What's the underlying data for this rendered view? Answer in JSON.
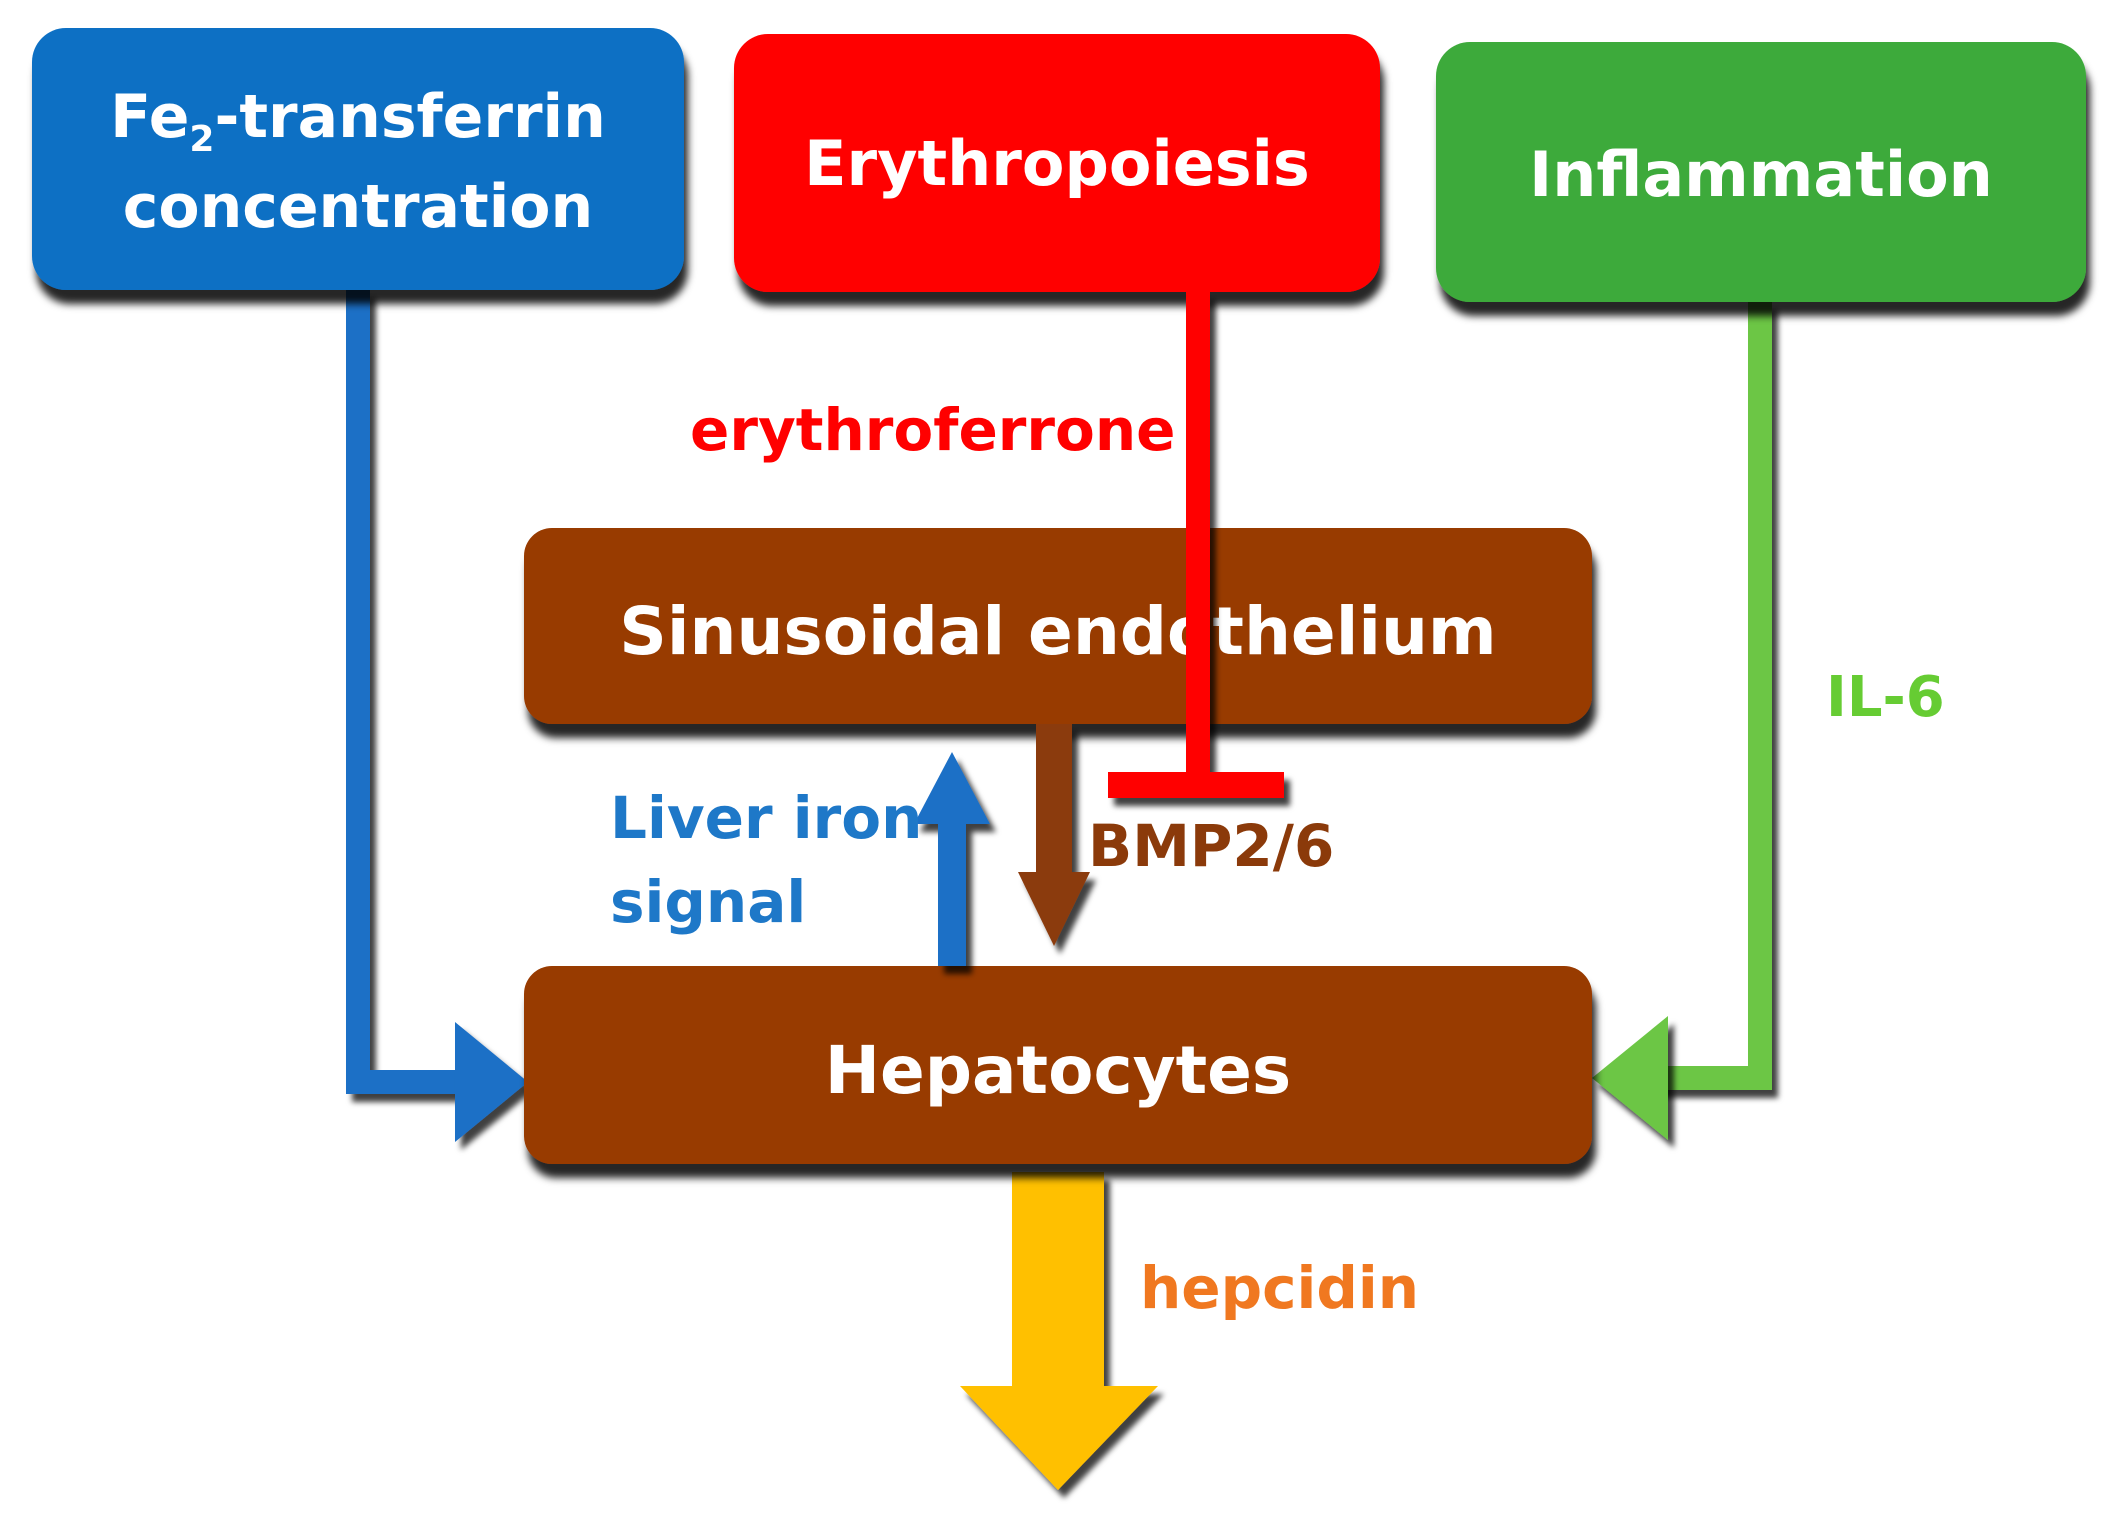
{
  "boxes": {
    "fe_transferrin": {
      "line1_prefix": "Fe",
      "line1_sub": "2",
      "line1_suffix": "-transferrin",
      "line2": "concentration"
    },
    "erythropoiesis": {
      "label": "Erythropoiesis"
    },
    "inflammation": {
      "label": "Inflammation"
    },
    "sinusoidal": {
      "label": "Sinusoidal endothelium"
    },
    "hepatocytes": {
      "label": "Hepatocytes"
    }
  },
  "labels": {
    "erythroferrone": "erythroferrone",
    "il6": "IL-6",
    "liver_iron_line1": "Liver iron",
    "liver_iron_line2": "signal",
    "bmp": "BMP2/6",
    "hepcidin": "hepcidin"
  },
  "colors": {
    "blue": "#0A70C4",
    "red": "#FF0000",
    "green": "#3DAA3A",
    "light_green": "#6CC644",
    "brown": "#983A00",
    "arrow_brown": "#8B3A0A",
    "arrow_blue": "#1E6FC6",
    "yellow": "#FFC000",
    "orange": "#F07820",
    "label_blue": "#1E78C8",
    "label_brown": "#8B3A0A",
    "label_green": "#66CC33"
  }
}
